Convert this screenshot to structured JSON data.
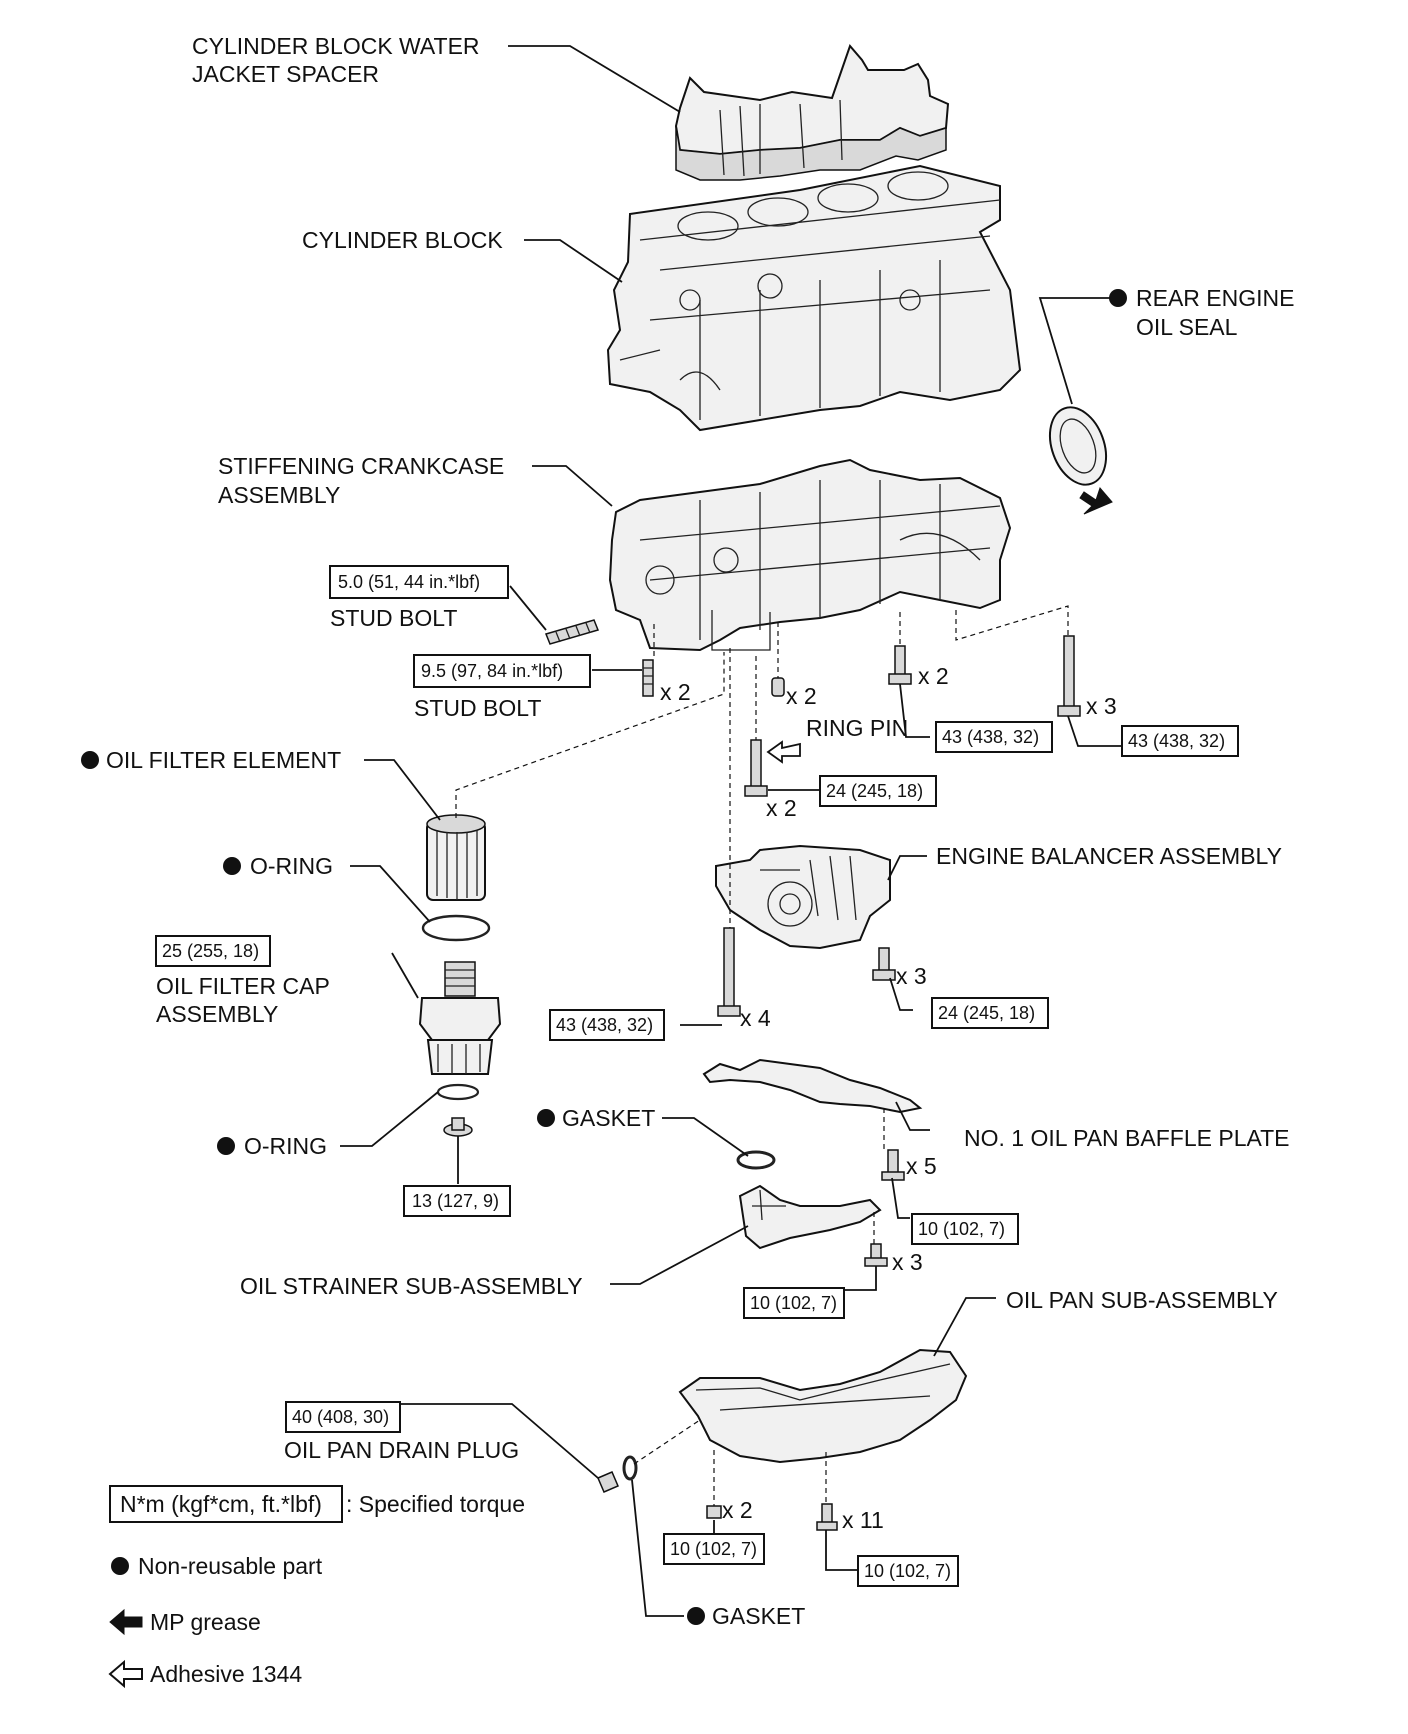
{
  "labels": {
    "water_jacket_spacer": [
      "CYLINDER BLOCK WATER",
      "JACKET SPACER"
    ],
    "cylinder_block": "CYLINDER BLOCK",
    "rear_oil_seal": [
      "REAR ENGINE",
      "OIL SEAL"
    ],
    "stiffening_crankcase": [
      "STIFFENING CRANKCASE",
      "ASSEMBLY"
    ],
    "stud_bolt_1": "STUD BOLT",
    "stud_bolt_2": "STUD BOLT",
    "oil_filter_element": "OIL FILTER ELEMENT",
    "o_ring_1": "O-RING",
    "oil_filter_cap": [
      "OIL FILTER CAP",
      "ASSEMBLY"
    ],
    "o_ring_2": "O-RING",
    "ring_pin": "RING PIN",
    "engine_balancer": "ENGINE BALANCER ASSEMBLY",
    "gasket_1": "GASKET",
    "baffle_plate": "NO. 1 OIL PAN BAFFLE PLATE",
    "oil_strainer": "OIL STRAINER SUB-ASSEMBLY",
    "oil_pan": "OIL PAN SUB-ASSEMBLY",
    "drain_plug": "OIL PAN DRAIN PLUG",
    "gasket_2": "GASKET"
  },
  "torques": {
    "stud_bolt_1": "5.0 (51, 44 in.*lbf)",
    "stud_bolt_2": "9.5 (97, 84 in.*lbf)",
    "crankcase_bolt_a": "43 (438, 32)",
    "crankcase_bolt_b": "43 (438, 32)",
    "balancer_bolt_top": "24 (245, 18)",
    "oil_filter_cap": "25 (255, 18)",
    "long_bolt": "43 (438, 32)",
    "balancer_bolt_bottom": "24 (245, 18)",
    "drain_plug_filter": "13 (127, 9)",
    "baffle_bolt": "10 (102, 7)",
    "strainer_bolt": "10 (102, 7)",
    "drain_plug": "40 (408, 30)",
    "pan_bolt_a": "10 (102, 7)",
    "pan_bolt_b": "10 (102, 7)"
  },
  "quantities": {
    "stud_bolt_2": "x 2",
    "ring_pin": "x 2",
    "crankcase_bolt_a": "x 2",
    "crankcase_bolt_b": "x 3",
    "balancer_bolt_top": "x 2",
    "balancer_bolt_bottom": "x 3",
    "long_bolt": "x 4",
    "baffle_bolt": "x 5",
    "strainer_bolt": "x 3",
    "pan_bolt_a": "x 2",
    "pan_bolt_b": "x 11"
  },
  "legend": {
    "torque_box": "N*m (kgf*cm, ft.*lbf)",
    "torque_desc": ": Specified torque",
    "non_reusable": "Non-reusable part",
    "mp_grease": "MP grease",
    "adhesive": "Adhesive 1344"
  }
}
